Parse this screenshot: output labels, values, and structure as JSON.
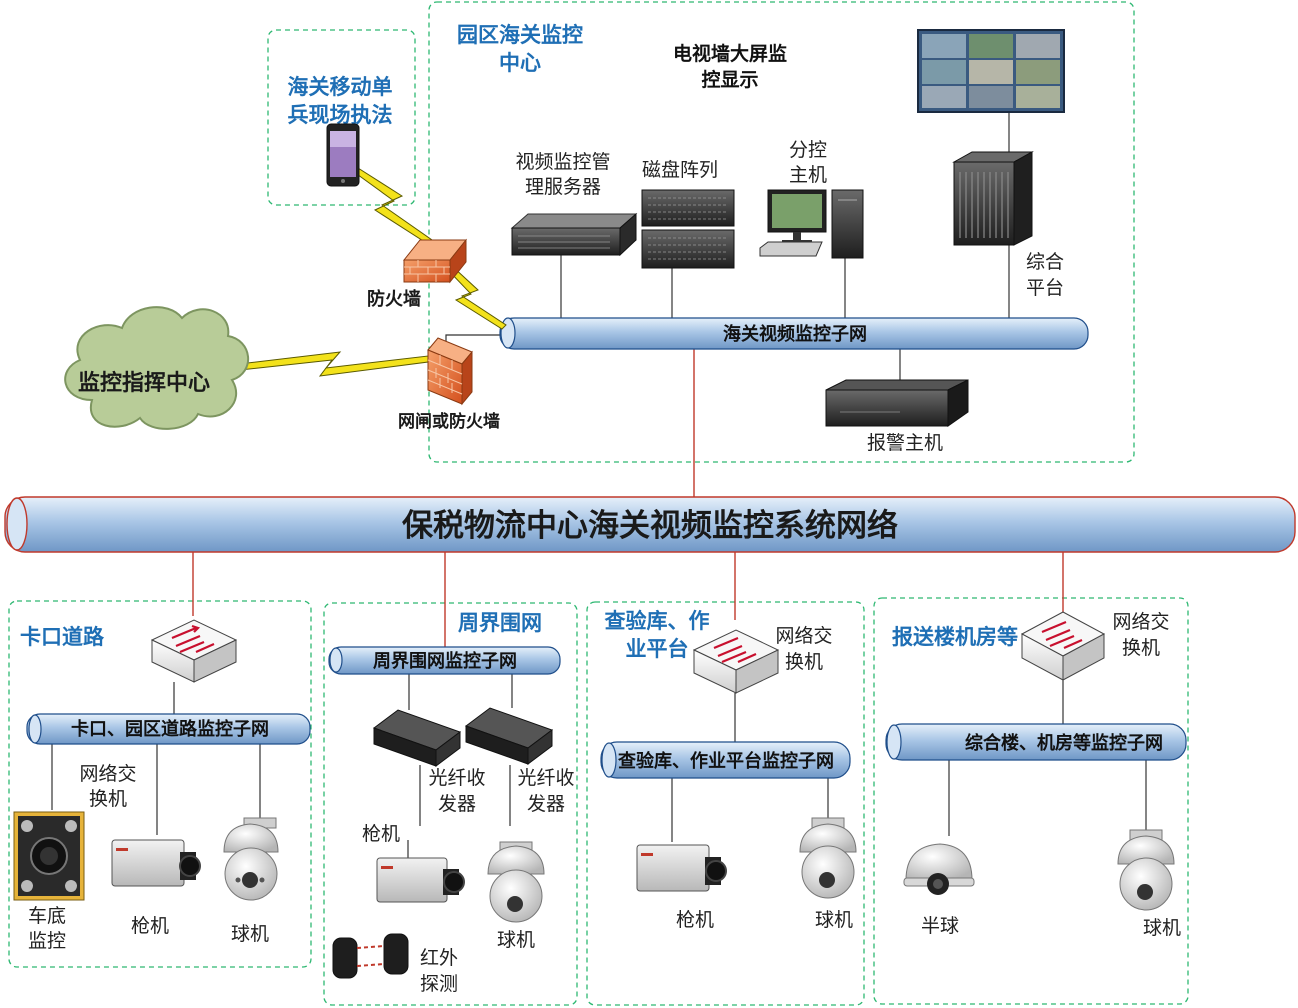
{
  "colors": {
    "pipe_fill": "#a9c6e6",
    "zone_border": "#2eb872",
    "link_line": "#c0392b",
    "zone_title": "#1f6fb5",
    "cloud": "#b8cc98",
    "lightning": "#f3e21b",
    "firewall": "#e36a2a"
  },
  "main_network": {
    "label": "保税物流中心海关视频监控系统网络"
  },
  "customs_center": {
    "title_line1": "园区海关监控",
    "title_line2": "中心",
    "tv_wall_line1": "电视墙大屏监",
    "tv_wall_line2": "控显示",
    "server_line1": "视频监控管",
    "server_line2": "理服务器",
    "disk_array": "磁盘阵列",
    "branch_host_line1": "分控",
    "branch_host_line2": "主机",
    "platform_line1": "综合",
    "platform_line2": "平台",
    "subnet": "海关视频监控子网",
    "alarm_host": "报警主机"
  },
  "mobile": {
    "title_line1": "海关移动单",
    "title_line2": "兵现场执法",
    "firewall": "防火墙"
  },
  "command": {
    "cloud_label": "监控指挥中心",
    "gateway": "网闸或防火墙"
  },
  "checkpoint": {
    "title": "卡口道路",
    "subnet": "卡口、园区道路监控子网",
    "switch_line1": "网络交",
    "switch_line2": "换机",
    "under_vehicle_line1": "车底",
    "under_vehicle_line2": "监控",
    "gun_camera": "枪机",
    "dome_camera": "球机"
  },
  "perimeter": {
    "title": "周界围网",
    "subnet": "周界围网监控子网",
    "transceiver1_line1": "光纤收",
    "transceiver1_line2": "发器",
    "transceiver2_line1": "光纤收",
    "transceiver2_line2": "发器",
    "gun_camera": "枪机",
    "infrared_line1": "红外",
    "infrared_line2": "探测",
    "dome_camera": "球机"
  },
  "inspection": {
    "title_line1": "查验库、作",
    "title_line2": "业平台",
    "switch_line1": "网络交",
    "switch_line2": "换机",
    "subnet": "查验库、作业平台监控子网",
    "gun_camera": "枪机",
    "dome_camera": "球机"
  },
  "building": {
    "title": "报送楼机房等",
    "switch_line1": "网络交",
    "switch_line2": "换机",
    "subnet": "综合楼、机房等监控子网",
    "half_dome": "半球",
    "dome_camera": "球机"
  }
}
